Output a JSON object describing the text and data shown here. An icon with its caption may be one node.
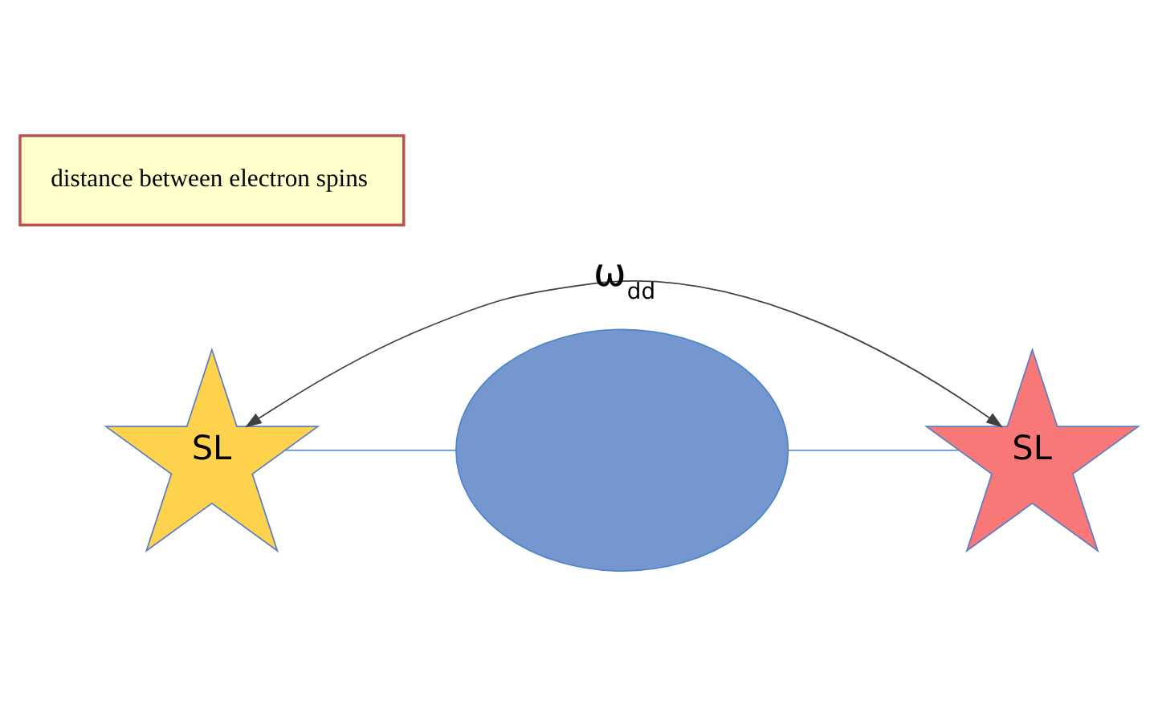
{
  "diagram": {
    "nodes": [
      {
        "text": [
          "distance between electron spins"
        ]
      },
      {
        "text": [
          "SL"
        ]
      },
      {
        "text": [],
        "shape": "ellipse"
      },
      {
        "text": [
          "SL"
        ]
      }
    ],
    "edges": [
      {
        "from": 1,
        "to": 3,
        "arrow": "both",
        "label": "ω$_{dd}$",
        "color": "#404040"
      },
      {
        "from": 1,
        "to": 2,
        "arrow": "none"
      },
      {
        "from": 2,
        "to": 3,
        "arrow": "none"
      }
    ]
  }
}
